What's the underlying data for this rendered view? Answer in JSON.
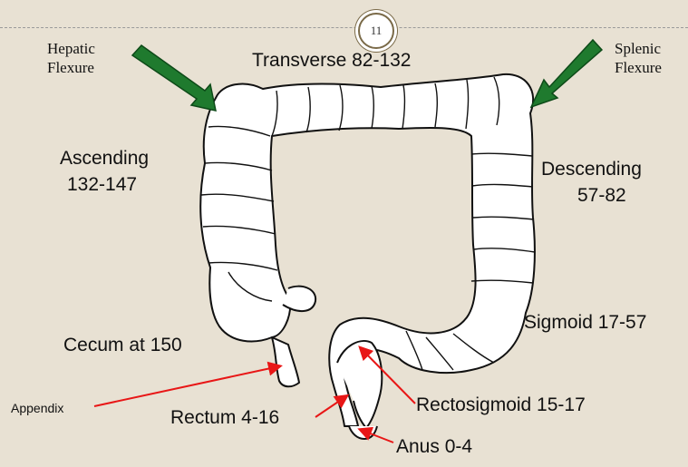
{
  "page_number": "11",
  "labels": {
    "hepatic_line1": "Hepatic",
    "hepatic_line2": "Flexure",
    "splenic_line1": "Splenic",
    "splenic_line2": "Flexure",
    "transverse": "Transverse  82-132",
    "ascending_line1": "Ascending",
    "ascending_line2": "132-147",
    "descending_line1": "Descending",
    "descending_line2": "57-82",
    "sigmoid": "Sigmoid  17-57",
    "cecum": "Cecum at 150",
    "appendix": "Appendix",
    "rectum": "Rectum  4-16",
    "rectosigmoid": "Rectosigmoid  15-17",
    "anus": "Anus  0-4"
  },
  "colors": {
    "background": "#e8e1d3",
    "arrow_green": "#1f7a2e",
    "pointer_red": "#e81616",
    "colon_fill": "#ffffff",
    "colon_outline": "#111111"
  }
}
